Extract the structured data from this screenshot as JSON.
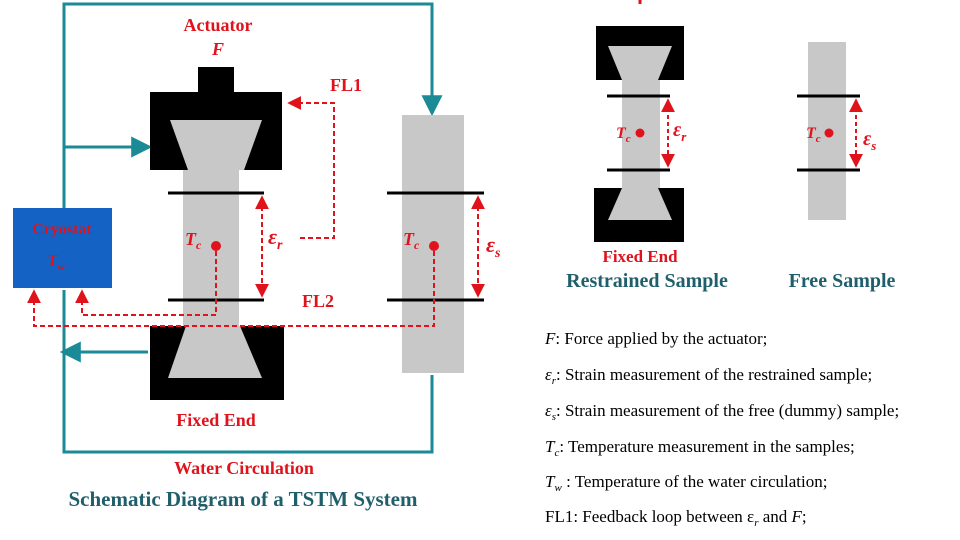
{
  "colors": {
    "red": "#e0121b",
    "teal": "#1a8a96",
    "teal_text": "#1f5f6b",
    "cryostat_blue": "#1463c4",
    "sample_gray": "#c8c8c8",
    "black": "#000000"
  },
  "main_diagram": {
    "actuator_label": "Actuator",
    "actuator_symbol": "F",
    "fl1_label": "FL1",
    "fl2_label": "FL2",
    "cryostat_label": "Cryostat",
    "cryostat_symbol_main": "T",
    "cryostat_symbol_sub": "w",
    "tc_main": "T",
    "tc_sub": "c",
    "strain_r_main": "ε",
    "strain_r_sub": "r",
    "strain_s_main": "ε",
    "strain_s_sub": "s",
    "fixed_end_label": "Fixed End",
    "water_label": "Water Circulation",
    "title": "Schematic Diagram of a TSTM System"
  },
  "restrained_sample": {
    "fixed_end_label": "Fixed End",
    "title": "Restrained Sample"
  },
  "free_sample": {
    "title": "Free Sample"
  },
  "legend": [
    {
      "sym": "F",
      "sub": "",
      "text": ": Force applied by the actuator;"
    },
    {
      "sym": "ε",
      "sub": "r",
      "text": ": Strain measurement of the restrained sample;"
    },
    {
      "sym": "ε",
      "sub": "s",
      "text": ": Strain measurement of the free (dummy) sample;"
    },
    {
      "sym": "T",
      "sub": "c",
      "text": ": Temperature measurement in the samples;"
    },
    {
      "sym": "T",
      "sub": "w",
      "text": " : Temperature of the water circulation;"
    },
    {
      "sym": "",
      "sub": "",
      "text": "FL1: Feedback loop between ε",
      "extra_sub": "r",
      "tail": " and ",
      "tail_sym": "F",
      "end": ";"
    }
  ]
}
